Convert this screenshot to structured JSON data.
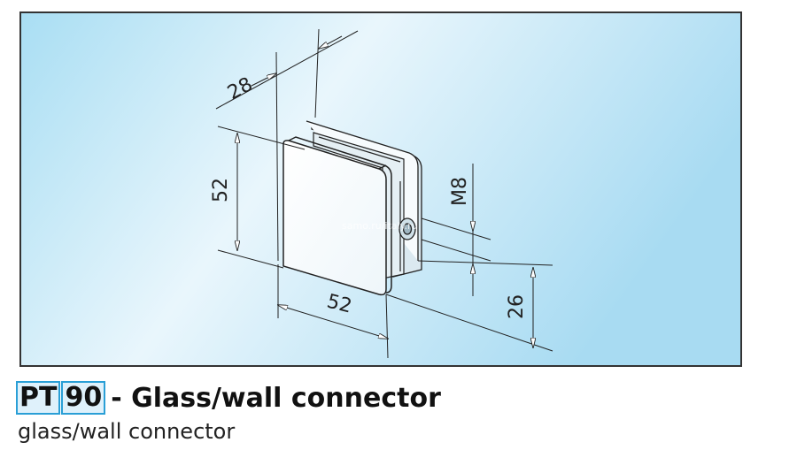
{
  "product": {
    "code_prefix": "PT",
    "code_number": "90",
    "title": "- Glass/wall connector",
    "subtitle": "glass/wall connector"
  },
  "drawing": {
    "dim_depth": "28",
    "dim_height": "52",
    "dim_width": "52",
    "dim_thread": "M8",
    "dim_offset": "26",
    "watermark": "samo.ru/italy.ru"
  },
  "colors": {
    "bg_gradient_left": "#a9def3",
    "bg_gradient_mid": "#e9f6fc",
    "bg_gradient_right": "#a8dbf2",
    "code_box_border": "#2a9fd6",
    "code_box_fill": "#dff1fb"
  }
}
